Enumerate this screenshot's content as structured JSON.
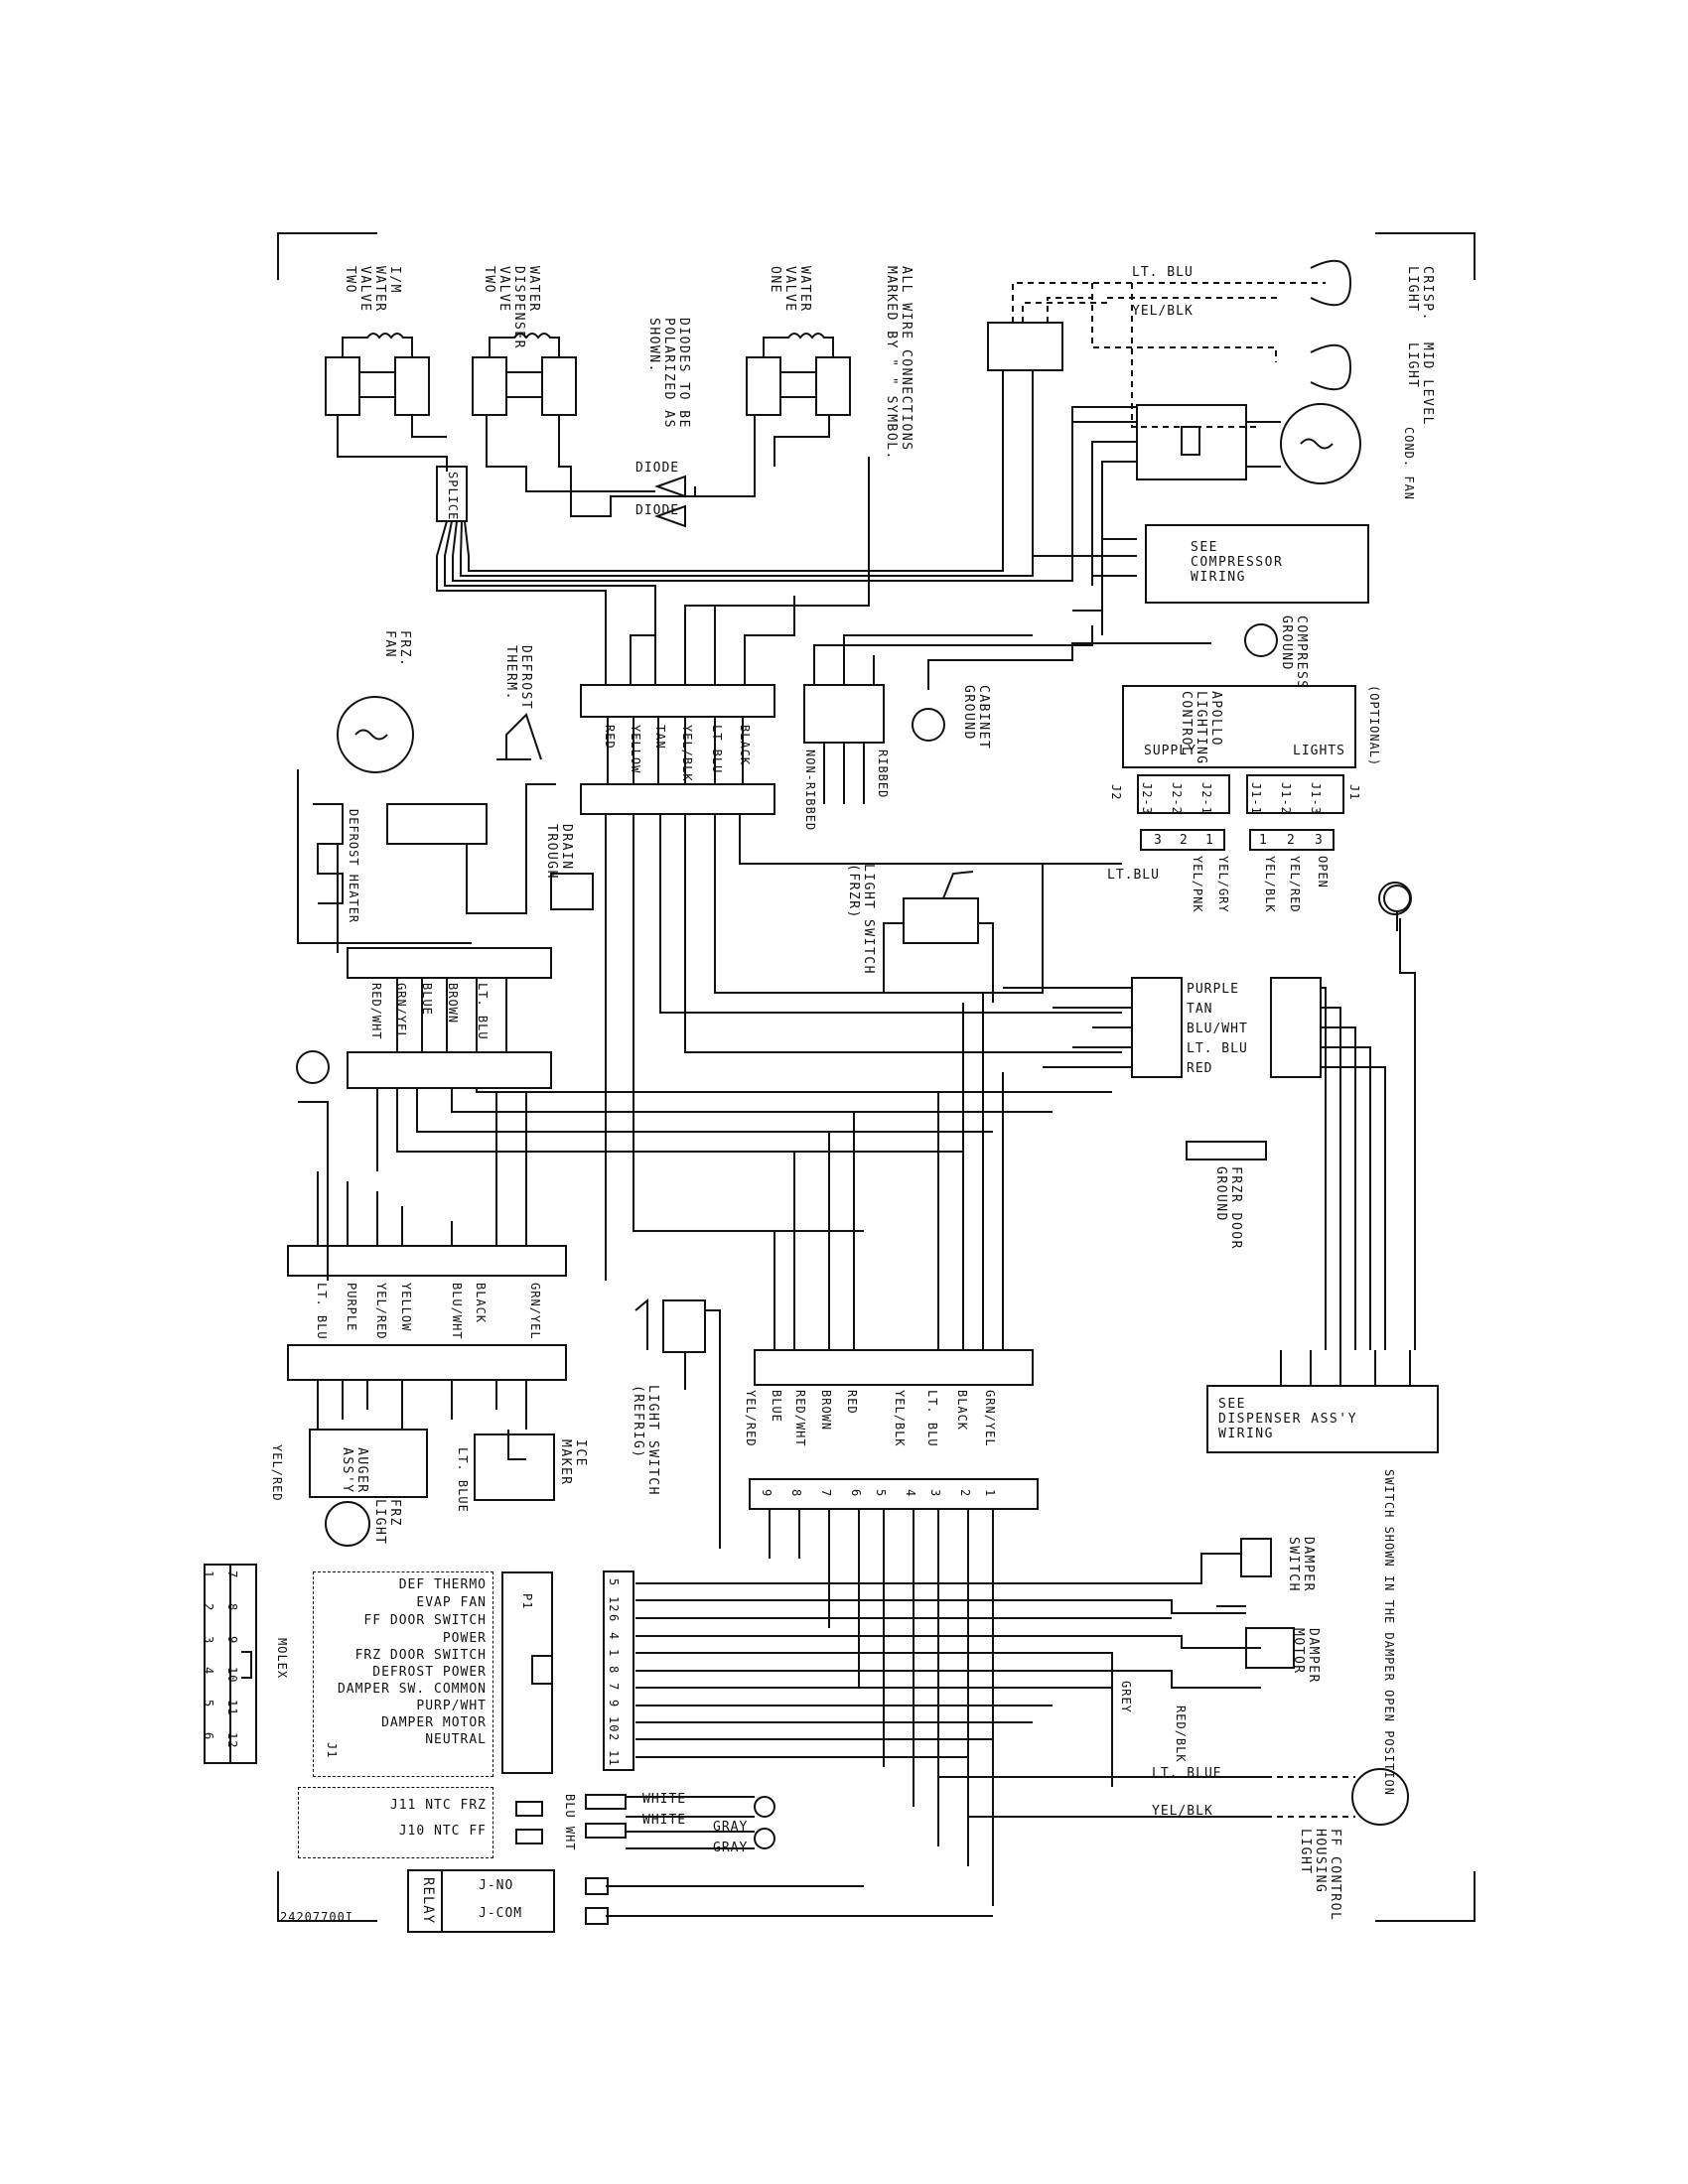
{
  "water_valves": {
    "im_valve": "I/M\nWATER\nVALVE\nTWO",
    "dispenser_valve": "WATER\nDISPENSER\nVALVE\nTWO",
    "water_valve_one": "WATER\nVALVE\nONE"
  },
  "notes": {
    "diodes": "DIODES TO BE\nPOLARIZED AS\nSHOWN.",
    "connections": "ALL WIRE CONNECTIONS\nMARKED BY \" \" SYMBOL.",
    "switch_shown": "SWITCH SHOWN IN THE DAMPER OPEN POSITION"
  },
  "lights": {
    "crisp": "CRISP.\nLIGHT",
    "mid_level": "MID LEVEL\nLIGHT",
    "ff_control": "FF CONTROL\nHOUSING\nLIGHT",
    "frz": "FRZ\nLIGHT"
  },
  "top_wires": {
    "lt_blu": "LT. BLU",
    "yel_blk": "YEL/BLK"
  },
  "cond_fan": "COND. FAN",
  "splice": "SPLICE",
  "diode": [
    "DIODE",
    "DIODE"
  ],
  "compressor_box": "SEE\nCOMPRESSOR\nWIRING",
  "compressor_ground": "COMPRESSOR\nGROUND",
  "cabinet_ground": "CABINET\nGROUND",
  "frz_fan": "FRZ.\nFAN",
  "defrost_therm": "DEFROST\nTHERM.",
  "defrost_heater": "DEFROST HEATER",
  "drain_trough": "DRAIN\nTROUGH",
  "connector_top": [
    "RED",
    "YELLOW",
    "TAN",
    "YEL/BLK",
    "LT BLU",
    "BLACK"
  ],
  "ribbed": [
    "RIBBED",
    "NON-RIBBED"
  ],
  "apollo": {
    "title": "APOLLO\nLIGHTING\nCONTROL",
    "optional": "(OPTIONAL)",
    "supply": "SUPPLY",
    "lights": "LIGHTS",
    "j2": "J2",
    "j1": "J1",
    "j2_pins": [
      "J2-3",
      "J2-2",
      "J2-1"
    ],
    "j1_pins": [
      "J1-1",
      "J1-2",
      "J1-3"
    ],
    "j2_nums": [
      "3",
      "2",
      "1"
    ],
    "j1_nums": [
      "1",
      "2",
      "3"
    ]
  },
  "apollo_wires": {
    "lt_blu": "LT.BLU",
    "yel_pnk": "YEL/PNK",
    "yel_gry": "YEL/GRY",
    "yel_blk": "YEL/BLK",
    "yel_red": "YEL/RED",
    "open": "OPEN"
  },
  "light_switch_frzr": "LIGHT SWITCH\n(FRZR)",
  "light_switch_refrig": "LIGHT SWITCH\n(REFRIG)",
  "evap_connector": [
    "LT. BLU",
    "BROWN",
    "BLUE",
    "GRN/YEL",
    "RED/WHT"
  ],
  "purple_block": [
    "PURPLE",
    "TAN",
    "BLU/WHT",
    "LT. BLU",
    "RED"
  ],
  "frzr_door_ground": "FRZR DOOR\nGROUND",
  "mid_connector": [
    "LT. BLU",
    "PURPLE",
    "YEL/RED",
    "YELLOW",
    "BLU/WHT",
    "BLACK",
    "GRN/YEL"
  ],
  "lower_right_connector": [
    "YEL/RED",
    "BLUE",
    "RED/WHT",
    "BROWN",
    "RED",
    "YEL/BLK",
    "LT. BLU",
    "BLACK",
    "GRN/YEL"
  ],
  "dispenser_box": "SEE\nDISPENSER ASS'Y\nWIRING",
  "auger": "AUGER\nASS'Y",
  "ice_maker": "ICE\nMAKER",
  "auger_wires": {
    "yel_red": "YEL/RED",
    "lt_blue": "LT. BLUE"
  },
  "molex": {
    "title": "MOLEX",
    "rows": [
      [
        "7",
        "8",
        "9",
        "10",
        "11",
        "12"
      ],
      [
        "1",
        "2",
        "3",
        "4",
        "5",
        "6"
      ]
    ]
  },
  "j1_functions": [
    "DEF THERMO",
    "EVAP FAN",
    "FF DOOR SWITCH",
    "POWER",
    "FRZ DOOR SWITCH",
    "DEFROST POWER",
    "DAMPER SW. COMMON",
    "PURP/WHT",
    "DAMPER MOTOR",
    "NEUTRAL"
  ],
  "j1_label": "J1",
  "p1_label": "P1",
  "ntc": [
    "J11 NTC FRZ",
    "J10 NTC FF"
  ],
  "blu_wht_side": "BLU WHT",
  "thermistor_wires": [
    "WHITE",
    "WHITE",
    "GRAY",
    "GRAY"
  ],
  "relay": {
    "title": "RELAY",
    "no": "J-NO",
    "com": "J-COM"
  },
  "pin_header": [
    "5",
    "12",
    "6",
    "4",
    "1",
    "8",
    "7",
    "9",
    "10",
    "2",
    "11"
  ],
  "top_header": [
    "9",
    "8",
    "7",
    "6",
    "5",
    "4",
    "3",
    "2",
    "1"
  ],
  "damper_switch": "DAMPER\nSWITCH",
  "damper_motor": "DAMPER\nMOTOR",
  "grey": "GREY",
  "red_blk": "RED/BLK",
  "bottom_wires": {
    "lt_blue": "LT. BLUE",
    "yel_blk": "YEL/BLK"
  },
  "part_number": "24207700I"
}
